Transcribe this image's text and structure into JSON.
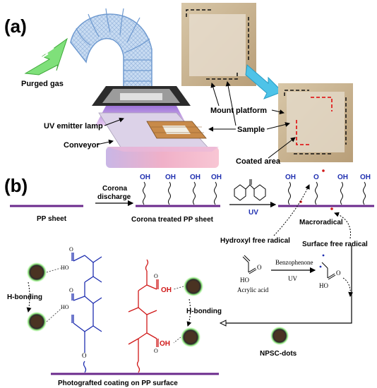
{
  "panels": {
    "a": "(a)",
    "b": "(b)"
  },
  "panel_a": {
    "purged_gas": "Purged gas",
    "uv_emitter_lamp": "UV emitter lamp",
    "conveyor": "Conveyor",
    "mount_platform": "Mount platform",
    "sample": "Sample",
    "coated_area": "Coated area"
  },
  "panel_b": {
    "pp_sheet": "PP sheet",
    "corona_discharge_1": "Corona",
    "corona_discharge_2": "discharge",
    "corona_treated": "Corona treated PP sheet",
    "oh": "OH",
    "o_radical": "O",
    "uv": "UV",
    "macroradical": "Macroradical",
    "hydroxyl_free_radical": "Hydroxyl free radical",
    "surface_free_radical": "Surface free radical",
    "acrylic_acid": "Acrylic acid",
    "benzophenone": "Benzophenone",
    "uv_small": "UV",
    "ho": "HO",
    "o": "O",
    "h_bonding_left": "H-bonding",
    "h_bonding_right": "H-bonding",
    "npsc_dots": "NPSC-dots",
    "photografted": "Photografted coating on PP surface"
  },
  "colors": {
    "pp_sheet": "#6b2a8c",
    "blue_chain": "#1f2fb0",
    "red_chain": "#d01818",
    "tube": "#8fb8e8",
    "arrow_green": "#7fe07a",
    "arrow_cyan": "#4ec3e8",
    "conveyor": "#f4b7c8"
  }
}
